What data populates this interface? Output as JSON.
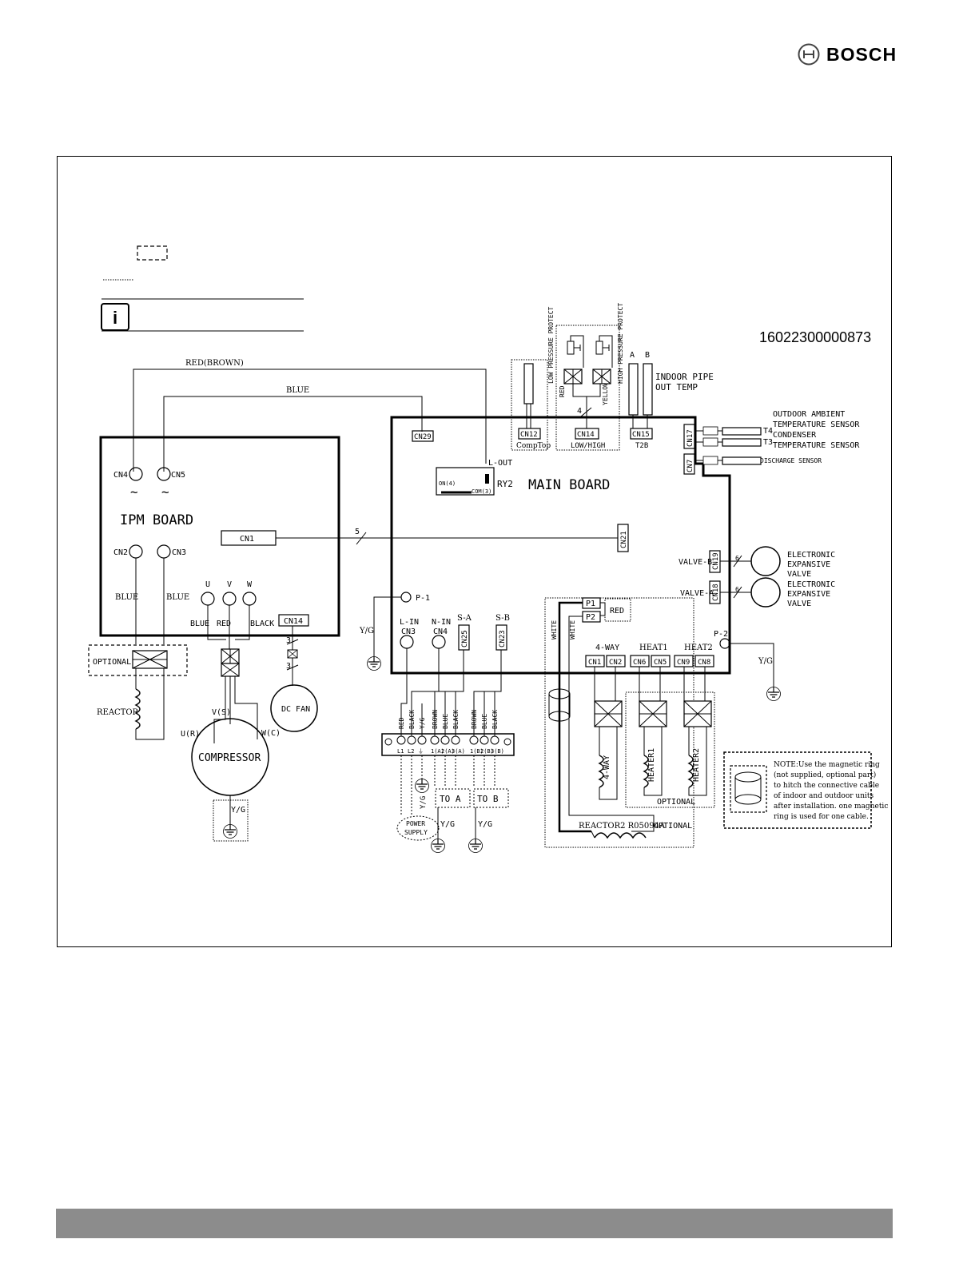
{
  "brand": {
    "name": "BOSCH"
  },
  "diagram": {
    "code": "16022300000873",
    "red_brown": "RED(BROWN)",
    "blue_wire": "BLUE",
    "ipm": {
      "title": "IPM BOARD",
      "cn4": "CN4",
      "cn5": "CN5",
      "cn2": "CN2",
      "cn3": "CN3",
      "cn1": "CN1",
      "cn14": "CN14",
      "u": "U",
      "v": "V",
      "w": "W",
      "blue": "BLUE",
      "red": "RED",
      "black": "BLACK",
      "blue2": "BLUE",
      "blue3": "BLUE",
      "optional": "OPTIONAL",
      "reactor": "REACTOR",
      "dc_fan": "DC FAN",
      "compressor": "COMPRESSOR",
      "ur": "U(R)",
      "vs": "V(S)",
      "wc": "W(C)",
      "yg": "Y/G",
      "three_a": "3",
      "three_b": "3"
    },
    "main": {
      "title": "MAIN BOARD",
      "cn29": "CN29",
      "cn12": "CN12",
      "comp_top": "CompTop",
      "cn14": "CN14",
      "low_high": "LOW/HIGH",
      "cn15": "CN15",
      "t2b": "T2B",
      "cn17": "CN17",
      "cn7": "CN7",
      "cn21": "CN21",
      "cn19": "CN19",
      "cn18": "CN18",
      "l_out": "L-OUT",
      "ry2": "RY2",
      "on4": "ON(4)",
      "com3": "COM(3)",
      "five": "5",
      "four": "4",
      "p1_pin": "P-1",
      "p2_pin": "P-2",
      "valve_b": "VALVE-B",
      "valve_a": "VALVE-A",
      "six_a": "6",
      "six_b": "6",
      "l_in": "L-IN",
      "n_in": "N-IN",
      "cn3": "CN3",
      "cn4": "CN4",
      "s_a": "S-A",
      "s_b": "S-B",
      "cn25": "CN25",
      "cn23": "CN23",
      "p1": "P1",
      "p2": "P2",
      "red": "RED",
      "four_way_label": "4-WAY",
      "heat1": "HEAT1",
      "heat2": "HEAT2",
      "cn1": "CN1",
      "cn2": "CN2",
      "cn6": "CN6",
      "cn5": "CN5",
      "cn9": "CN9",
      "cn8": "CN8",
      "yg_left": "Y/G",
      "yg_right": "Y/G"
    },
    "sensors": {
      "low_pressure": "LOW PRESSURE PROTECT",
      "high_pressure": "HIGH PRESSURE PROTECT",
      "red": "RED",
      "yellow": "YELLOW",
      "a": "A",
      "b": "B",
      "indoor_pipe": "INDOOR PIPE",
      "out_temp": "OUT TEMP",
      "outdoor_ambient": "OUTDOOR AMBIENT",
      "temp_sensor": "TEMPERATURE SENSOR",
      "t4": "T4",
      "condenser": "CONDENSER",
      "temp_sensor2": "TEMPERATURE SENSOR",
      "t3": "T3",
      "discharge": "DISCHARGE SENSOR",
      "eev_line1": "ELECTRONIC",
      "eev_line2": "EXPANSIVE",
      "eev_line3": "VALVE",
      "eev2_line1": "ELECTRONIC",
      "eev2_line2": "EXPANSIVE",
      "eev2_line3": "VALVE"
    },
    "terminal": {
      "wires": [
        "RED",
        "BLACK",
        "Y/G",
        "BROWN",
        "BLUE",
        "BLACK",
        "BROWN",
        "BLUE",
        "BLACK"
      ],
      "labels": [
        "L1",
        "L2",
        "⏚",
        "1(A)",
        "2(A)",
        "3(A)",
        "1(B)",
        "2(B)",
        "3(B)"
      ],
      "power_supply_1": "POWER",
      "power_supply_2": "SUPPLY",
      "yg": "Y/G",
      "to_a": "TO  A",
      "to_b": "TO  B",
      "yg_a": "Y/G",
      "yg_b": "Y/G"
    },
    "loads": {
      "white1": "WHITE",
      "white2": "WHITE",
      "four_way": "4-WAY",
      "heater1": "HEATER1",
      "heater2": "HEATER2",
      "optional": "OPTIONAL",
      "reactor2": "REACTOR2 R05094A",
      "optional2": "OPTIONAL"
    },
    "note": {
      "lines": [
        "NOTE:Use the magnetic ring",
        "(not supplied, optional part)",
        "to hitch the connective cable",
        "of indoor and outdoor units",
        "after installation. one magnetic",
        "ring is used for one cable."
      ]
    }
  }
}
